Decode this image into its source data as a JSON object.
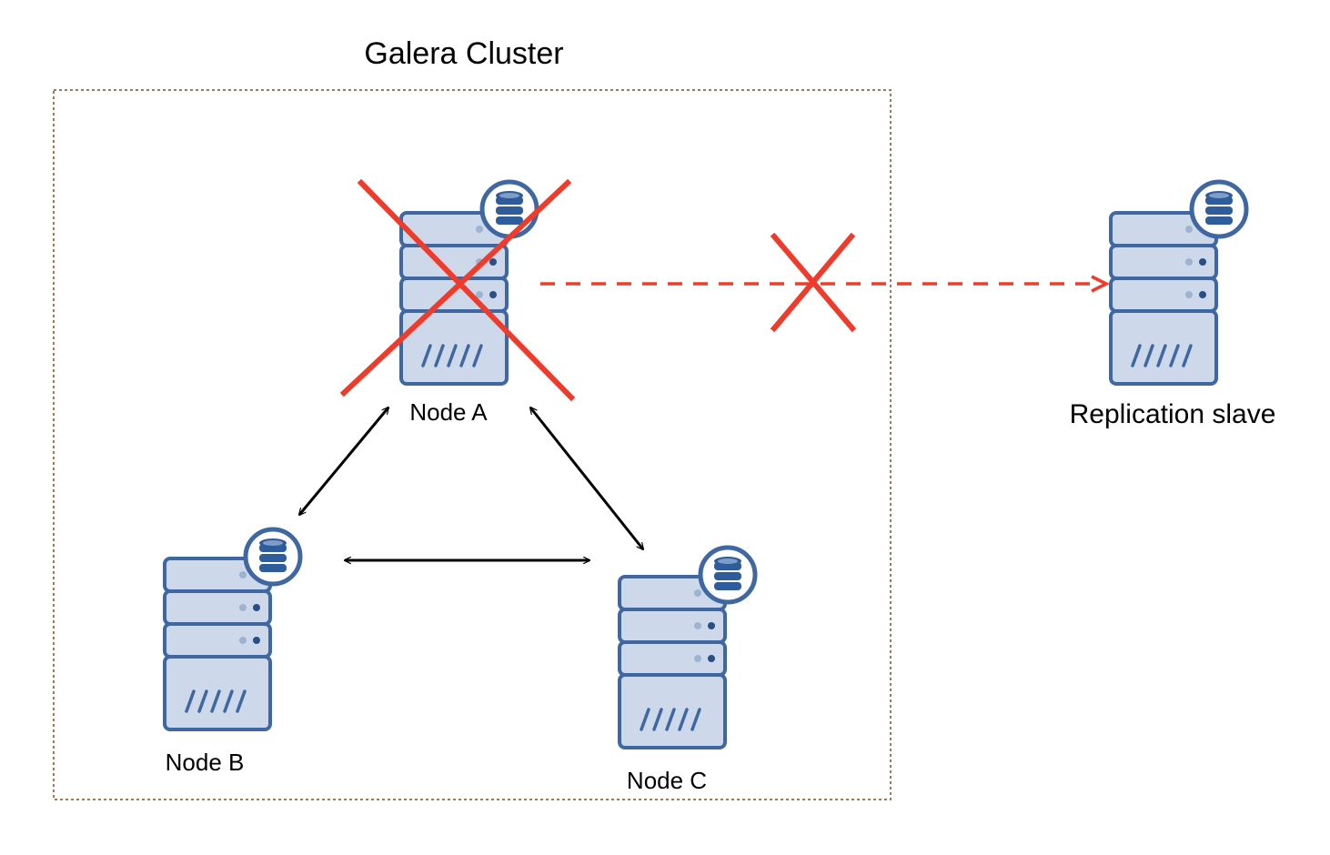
{
  "cluster": {
    "title": "Galera Cluster"
  },
  "nodes": [
    {
      "id": "node-a",
      "label": "Node A",
      "status": "failed"
    },
    {
      "id": "node-b",
      "label": "Node B",
      "status": "ok"
    },
    {
      "id": "node-c",
      "label": "Node C",
      "status": "ok"
    }
  ],
  "slave": {
    "label": "Replication slave"
  },
  "links": [
    {
      "from": "node-a",
      "to": "node-b",
      "type": "bidirectional"
    },
    {
      "from": "node-a",
      "to": "node-c",
      "type": "bidirectional"
    },
    {
      "from": "node-b",
      "to": "node-c",
      "type": "bidirectional"
    },
    {
      "from": "node-a",
      "to": "replication-slave",
      "type": "replication",
      "status": "broken"
    }
  ],
  "icons": {
    "server": "server-rack-icon",
    "database": "database-icon",
    "failure": "failure-x-icon"
  },
  "colors": {
    "server_fill": "#cdd9ea",
    "server_stroke": "#3f68a3",
    "failure_red": "#ef3b2c",
    "link_black": "#000000",
    "boundary_brown": "#a0785a"
  }
}
